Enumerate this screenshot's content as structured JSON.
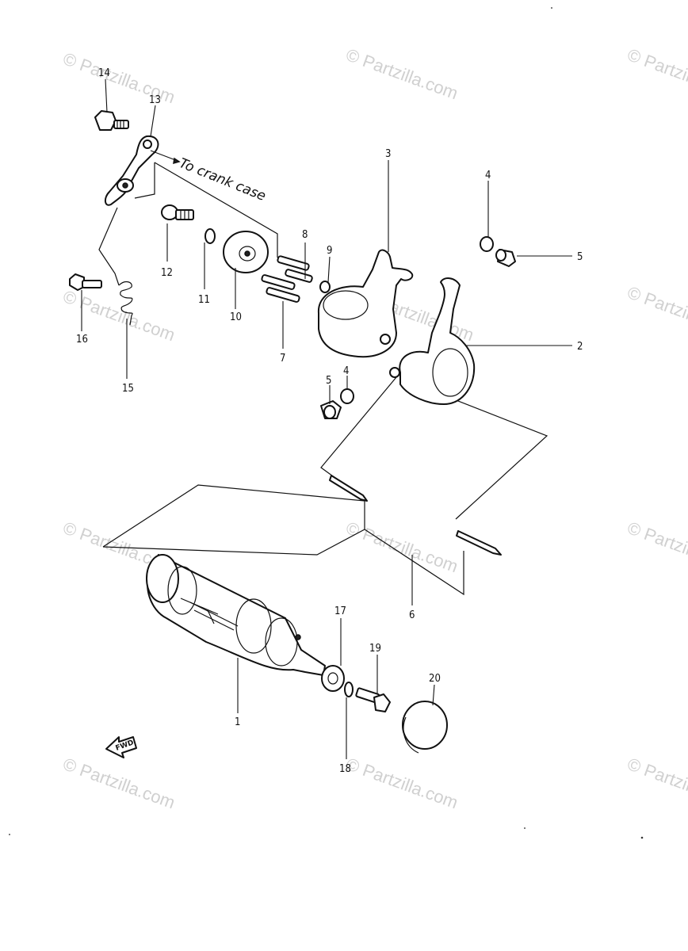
{
  "watermark": {
    "text": "© Partzilla.com"
  },
  "annotation": {
    "to_crank_case": "To crank case",
    "fwd": "FWD"
  },
  "callouts": {
    "c1": "1",
    "c2": "2",
    "c3": "3",
    "c4a": "4",
    "c4b": "4",
    "c5a": "5",
    "c5b": "5",
    "c6": "6",
    "c7": "7",
    "c8": "8",
    "c9": "9",
    "c10": "10",
    "c11": "11",
    "c12": "12",
    "c13": "13",
    "c14": "14",
    "c15": "15",
    "c16": "16",
    "c17": "17",
    "c18": "18",
    "c19": "19",
    "c20": "20"
  }
}
